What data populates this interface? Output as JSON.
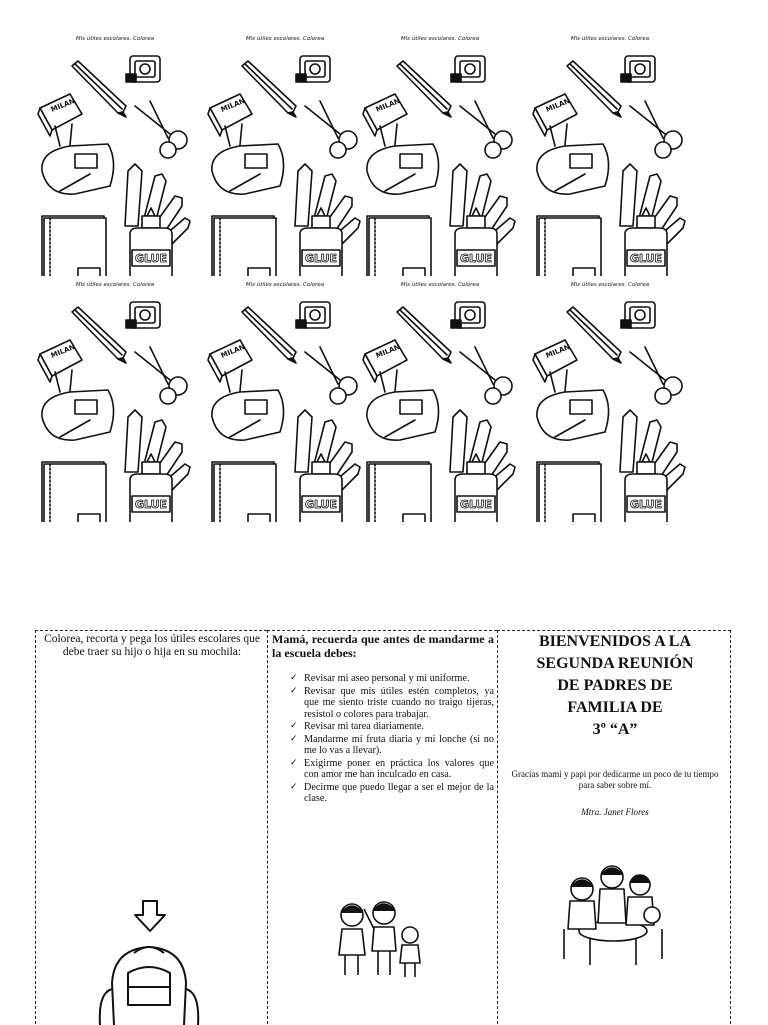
{
  "top_sheet": {
    "card_title": "Mis útiles escolares. Colorea",
    "cards": [
      {
        "title": "Mis útiles escolares. Colorea",
        "eraser_text": "MILAN"
      },
      {
        "title": "Mis útiles escolares. Colorea",
        "eraser_text": "MILAN"
      },
      {
        "title": "Mis útiles escolares. Colorea",
        "eraser_text": "MILAN"
      },
      {
        "title": "Mis útiles escolares. Colorea",
        "eraser_text": "MILAN"
      },
      {
        "title": "Mis útiles escolares. Colorea",
        "eraser_text": "MILAN"
      },
      {
        "title": "Mis útiles escolares. Colorea",
        "eraser_text": "MILAN"
      },
      {
        "title": "Mis útiles escolares. Colorea",
        "eraser_text": "MILAN"
      },
      {
        "title": "Mis útiles escolares. Colorea",
        "eraser_text": "MILAN"
      }
    ],
    "glue_label": "GLUE"
  },
  "brochure": {
    "col1": {
      "instructions": "Colorea, recorta y pega los útiles escolares que debe traer su hijo o hija en su mochila:"
    },
    "col2": {
      "heading": "Mamá, recuerda que antes de mandarme a la escuela debes:",
      "checklist": [
        "Revisar mi aseo personal y mi uniforme.",
        "Revisar que mis útiles estén completos, ya que me siento triste cuando no traigo tijeras, resistol o colores para trabajar.",
        "Revisar mi tarea diariamente.",
        "Mandarme mi fruta diaria y mi lonche (si no me lo vas a llevar).",
        "Exigirme poner en práctica los valores que con amor me han inculcado en casa.",
        "Decirme que puedo llegar a ser el mejor de la clase."
      ],
      "tick": "✓"
    },
    "col3": {
      "title_lines": [
        "BIENVENIDOS A LA",
        "SEGUNDA REUNIÓN",
        "DE PADRES DE",
        "FAMILIA DE",
        "3º “A”"
      ],
      "thanks": "Gracias mami y papi por dedicarme un poco de tu tiempo para saber sobre mí.",
      "teacher": "Mtra. Janet Flores"
    }
  },
  "icons": {
    "pencil": "pencil-icon",
    "sharpener": "sharpener-icon",
    "eraser": "eraser-icon",
    "scissors": "scissors-icon",
    "pencil_case": "pencil-case-icon",
    "crayons": "crayons-icon",
    "notebook": "notebook-icon",
    "glue": "glue-icon",
    "arrow": "down-arrow-icon",
    "backpack": "backpack-icon",
    "kids": "kids-illustration",
    "family": "family-illustration"
  }
}
